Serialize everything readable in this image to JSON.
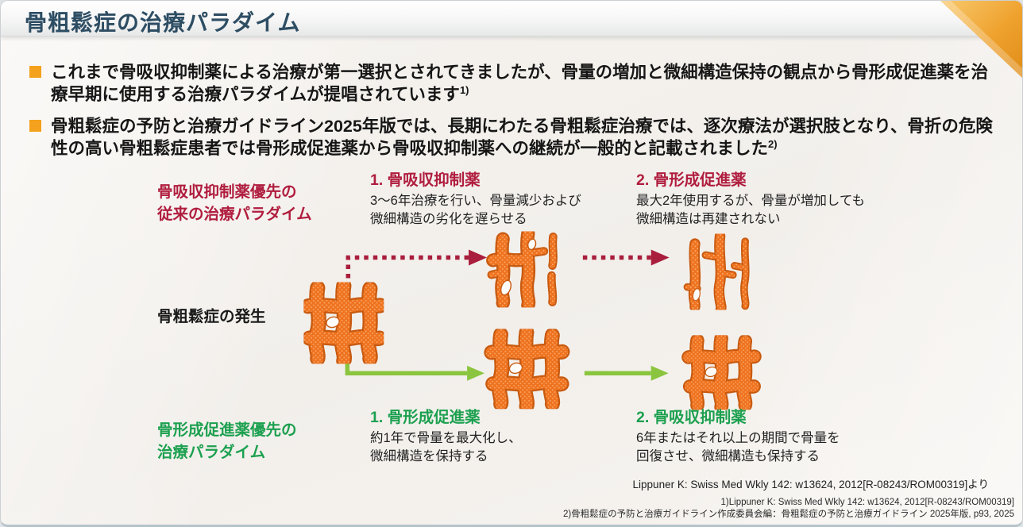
{
  "header": {
    "title": "骨粗鬆症の治療パラダイム"
  },
  "bullets": [
    {
      "text": "これまで骨吸収抑制薬による治療が第一選択とされてきましたが、骨量の増加と微細構造保持の観点から骨形成促進薬を治療早期に使用する治療パラダイムが提唱されています",
      "ref_mark": "1)"
    },
    {
      "text": "骨粗鬆症の予防と治療ガイドライン2025年版では、長期にわたる骨粗鬆症治療では、逐次療法が選択肢となり、骨折の危険性の高い骨粗鬆症患者では骨形成促進薬から骨吸収抑制薬への継続が一般的と記載されました",
      "ref_mark": "2)"
    }
  ],
  "diagram": {
    "conventional": {
      "label": "骨吸収抑制薬優先の\n従来の治療パラダイム",
      "step1": {
        "title": "1. 骨吸収抑制薬",
        "desc": "3〜6年治療を行い、骨量減少および\n微細構造の劣化を遅らせる"
      },
      "step2": {
        "title": "2. 骨形成促進薬",
        "desc": "最大2年使用するが、骨量が増加しても\n微細構造は再建されない"
      }
    },
    "onset_label": "骨粗鬆症の発生",
    "new_paradigm": {
      "label": "骨形成促進薬優先の\n治療パラダイム",
      "step1": {
        "title": "1. 骨形成促進薬",
        "desc": "約1年で骨量を最大化し、\n微細構造を保持する"
      },
      "step2": {
        "title": "2. 骨吸収抑制薬",
        "desc": "6年またはそれ以上の期間で骨量を\n回復させ、微細構造も保持する"
      }
    },
    "source": "Lippuner K: Swiss Med Wkly 142: w13624, 2012[R-08243/ROM00319]より"
  },
  "footer": {
    "references": [
      "1)Lippuner K: Swiss Med Wkly 142: w13624, 2012[R-08243/ROM00319]",
      "2)骨粗鬆症の予防と治療ガイドライン作成委員会編：骨粗鬆症の予防と治療ガイドライン 2025年版, p93, 2025"
    ]
  },
  "colors": {
    "accent_orange": "#f4a11d",
    "crimson": "#a91e3c",
    "green_text": "#1ca04f",
    "green_arrow": "#8bc53f",
    "bone_orange": "#ee7320",
    "bone_outline": "#c85a10",
    "title_navy": "#2d4d63"
  }
}
